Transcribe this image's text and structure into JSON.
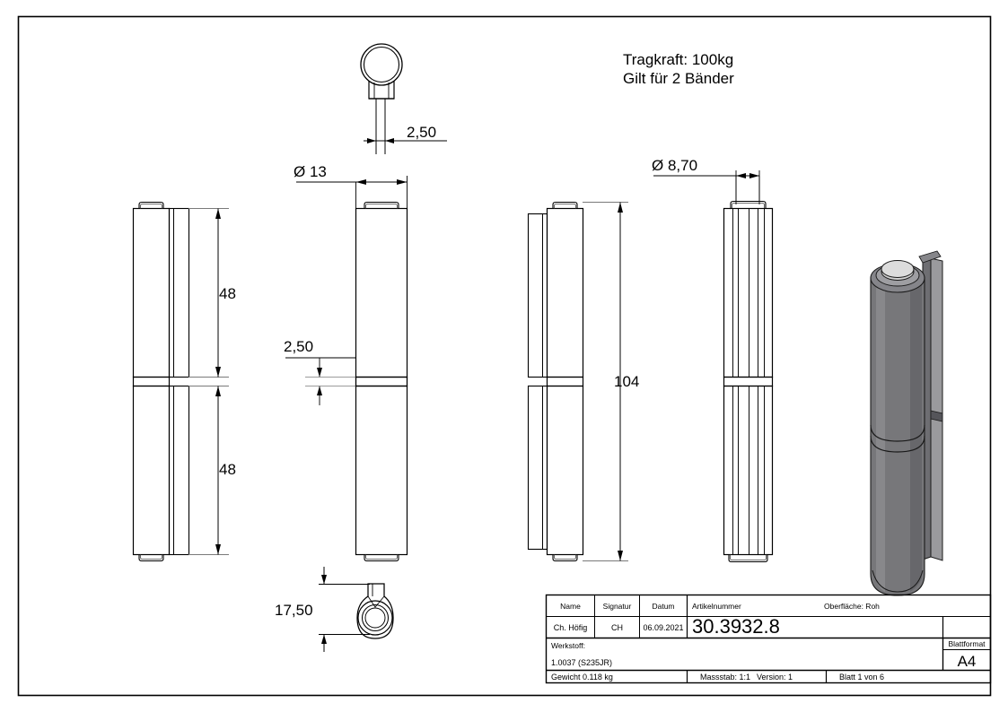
{
  "drawing": {
    "notes": {
      "line1": "Tragkraft: 100kg",
      "line2": "Gilt für 2 Bänder"
    },
    "dimensions": {
      "top_thickness": "2,50",
      "diameter_head": "Ø 13",
      "diameter_pin": "Ø 8,70",
      "leaf_upper": "48",
      "leaf_lower": "48",
      "gap_thickness": "2,50",
      "total_length": "104",
      "eye_width": "17,50"
    }
  },
  "title_block": {
    "headers": {
      "name": "Name",
      "signature": "Signatur",
      "date": "Datum",
      "article_number": "Artikelnummer",
      "surface": "Oberfläche:  Roh",
      "material": "Werkstoff:",
      "sheet_format": "Blattformat"
    },
    "values": {
      "name": "Ch. Höfig",
      "signature": "CH",
      "date": "06.09.2021",
      "article_number": "30.3932.8",
      "material": "1.0037 (S235JR)",
      "sheet_format": "A4",
      "weight": "Gewicht 0.118 kg",
      "scale": "Massstab: 1:1",
      "version": "Version: 1",
      "sheet": "Blatt 1 von 6"
    }
  },
  "colors": {
    "line": "#000000",
    "thin_line": "#404040",
    "render_body": "#77777a",
    "render_body_light": "#9a9a9d",
    "render_body_dark": "#55555a",
    "render_cap": "#d2d2d2"
  }
}
